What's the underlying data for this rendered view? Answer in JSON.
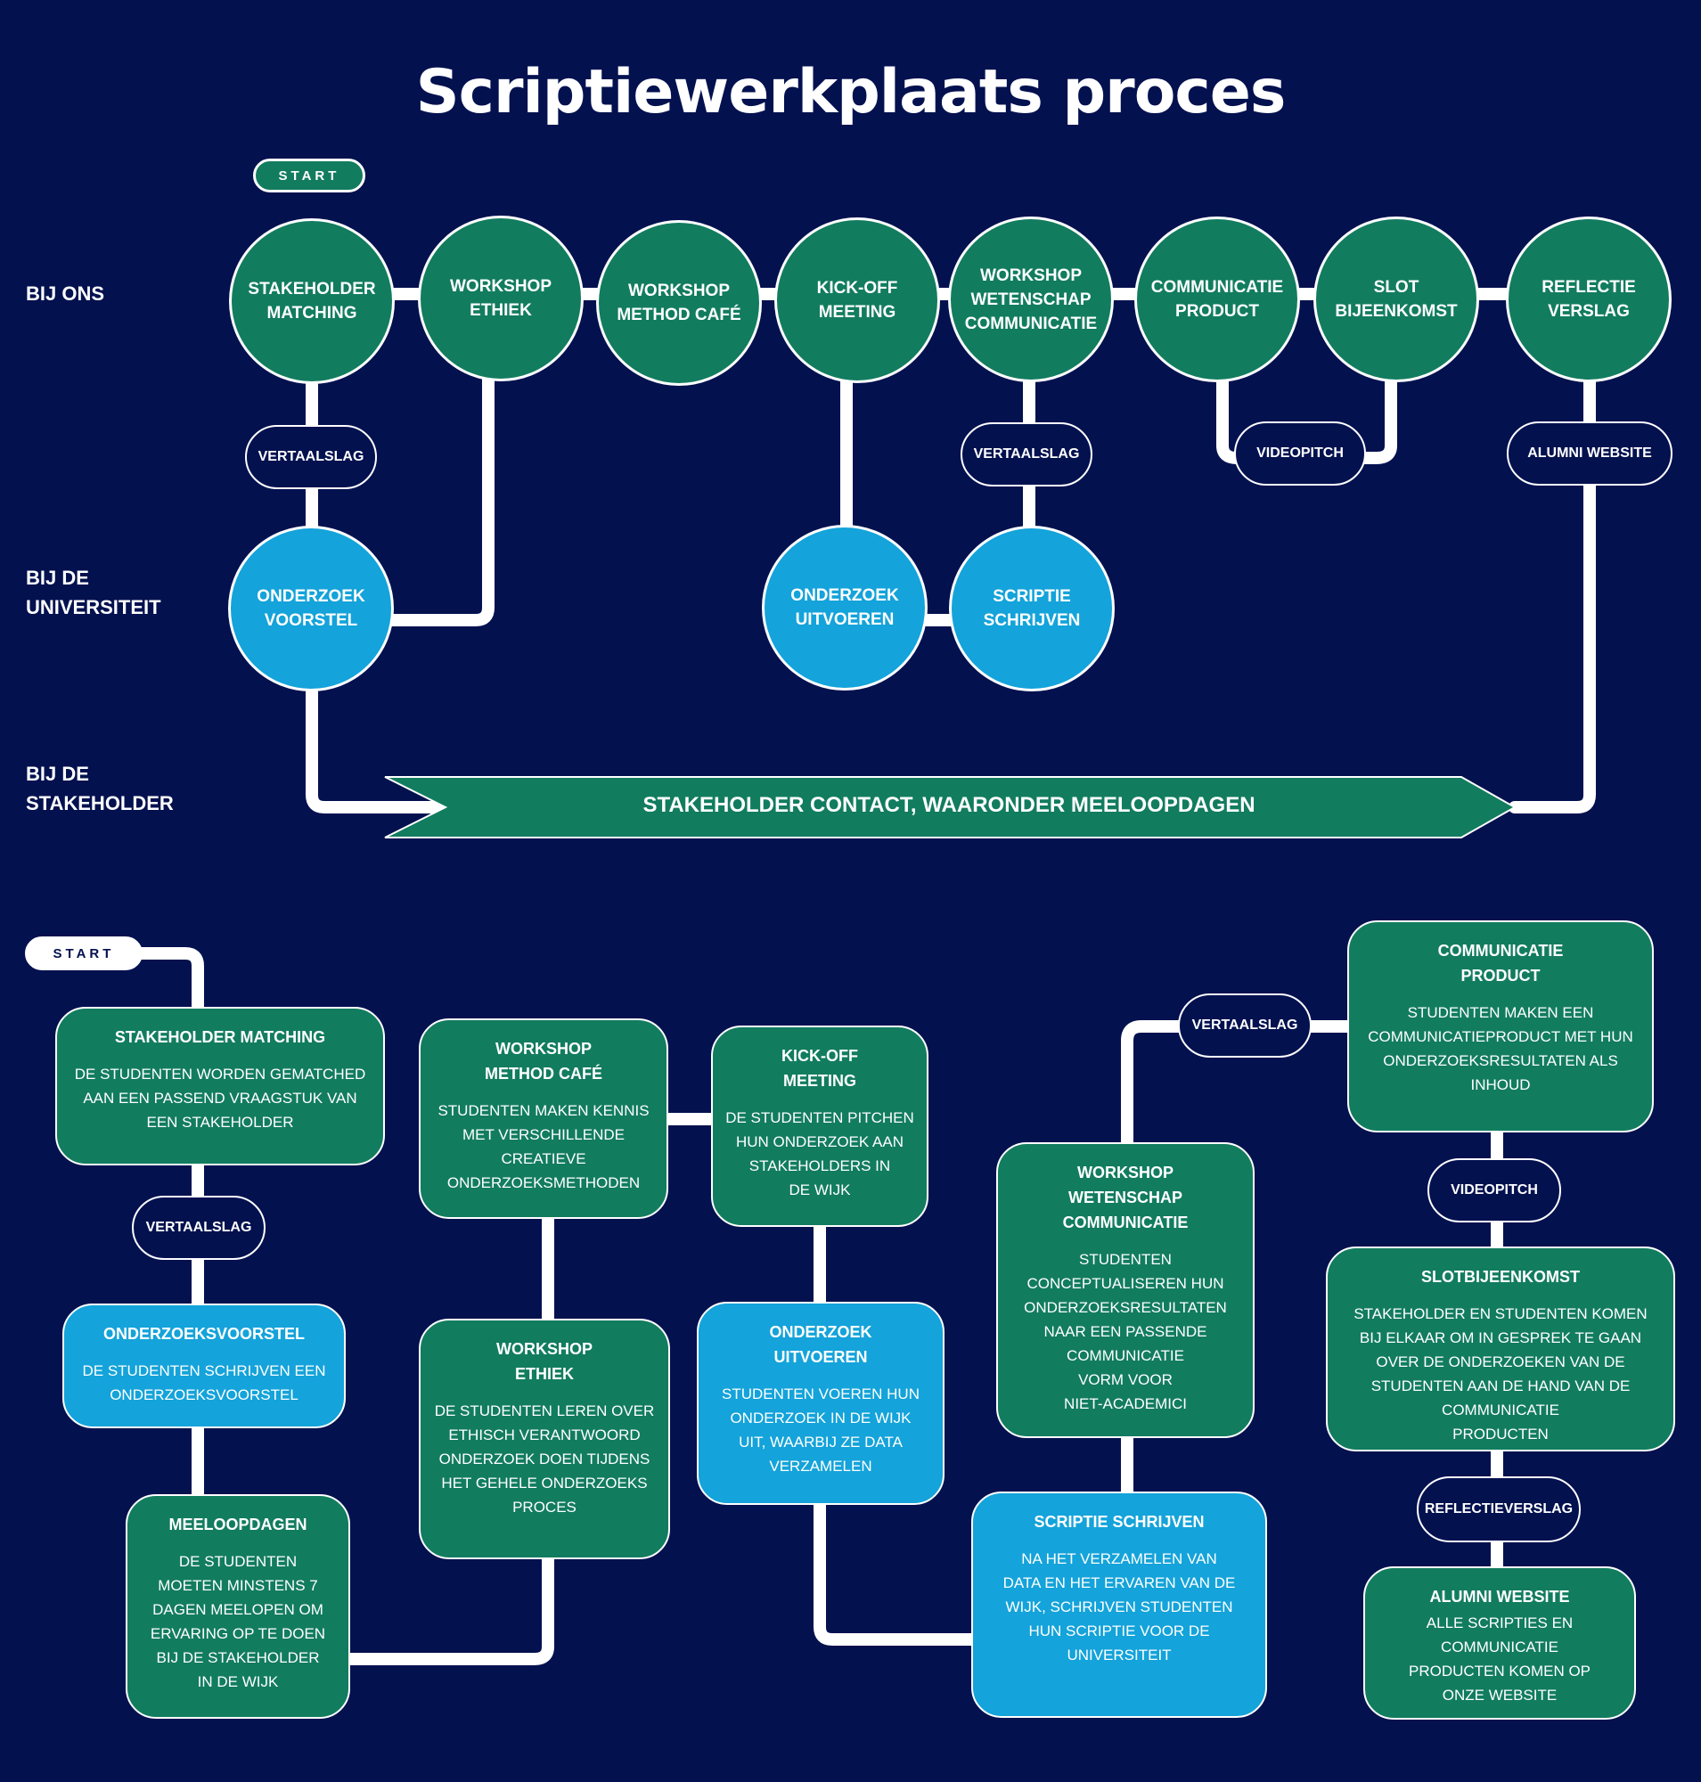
{
  "title": "Scriptiewerkplaats proces",
  "lanes": {
    "ons": "BIJ ONS",
    "universiteit": "BIJ DE UNIVERSITEIT",
    "stakeholder": "BIJ DE STAKEHOLDER"
  },
  "start_label": "START",
  "top": {
    "stakeholder_matching": "STAKEHOLDER MATCHING",
    "workshop_ethiek": "WORKSHOP ETHIEK",
    "workshop_method_cafe": "WORKSHOP METHOD CAFÉ",
    "kick_off_meeting": "KICK-OFF MEETING",
    "workshop_wetenschap": "WORKSHOP WETENSCHAP COMMUNICATIE",
    "communicatie_product": "COMMUNICATIE PRODUCT",
    "slot_bijeenkomst": "SLOT BIJEENKOMST",
    "reflectie_verslag": "REFLECTIE VERSLAG",
    "onderzoek_voorstel": "ONDERZOEK VOORSTEL",
    "onderzoek_uitvoeren": "ONDERZOEK UITVOEREN",
    "scriptie_schrijven": "SCRIPTIE SCHRIJVEN",
    "vertaalslag": "VERTAALSLAG",
    "videopitch": "VIDEOPITCH",
    "alumni_website": "ALUMNI WEBSITE",
    "stakeholder_contact": "STAKEHOLDER CONTACT, WAARONDER MEELOOPDAGEN"
  },
  "bottom": {
    "stakeholder_matching": {
      "title": "STAKEHOLDER MATCHING",
      "desc": "DE STUDENTEN WORDEN GEMATCHED\nAAN EEN PASSEND VRAAGSTUK VAN\nEEN STAKEHOLDER"
    },
    "onderzoeksvoorstel": {
      "title": "ONDERZOEKSVOORSTEL",
      "desc": "DE STUDENTEN SCHRIJVEN EEN\nONDERZOEKSVOORSTEL"
    },
    "meeloopdagen": {
      "title": "MEELOOPDAGEN",
      "desc": "DE STUDENTEN\nMOETEN MINSTENS 7\nDAGEN MEELOPEN OM\nERVARING OP TE DOEN\nBIJ DE STAKEHOLDER\nIN DE WIJK"
    },
    "method_cafe": {
      "title": "WORKSHOP\nMETHOD CAFÉ",
      "desc": "STUDENTEN MAKEN KENNIS\nMET VERSCHILLENDE\nCREATIEVE\nONDERZOEKSMETHODEN"
    },
    "ethiek": {
      "title": "WORKSHOP\nETHIEK",
      "desc": "DE STUDENTEN LEREN OVER\nETHISCH VERANTWOORD\nONDERZOEK DOEN  TIJDENS\nHET GEHELE ONDERZOEKS\nPROCES"
    },
    "kickoff": {
      "title": "KICK-OFF\nMEETING",
      "desc": "DE STUDENTEN PITCHEN\nHUN ONDERZOEK AAN\nSTAKEHOLDERS IN\nDE WIJK"
    },
    "uitvoeren": {
      "title": "ONDERZOEK\nUITVOEREN",
      "desc": "STUDENTEN VOEREN HUN\nONDERZOEK IN DE WIJK\nUIT, WAARBIJ ZE DATA\nVERZAMELEN"
    },
    "wetenschap": {
      "title": "WORKSHOP\nWETENSCHAP\nCOMMUNICATIE",
      "desc": "STUDENTEN\nCONCEPTUALISEREN HUN\nONDERZOEKSRESULTATEN\nNAAR EEN PASSENDE\nCOMMUNICATIE\nVORM VOOR\nNIET-ACADEMICI"
    },
    "scriptie": {
      "title": "SCRIPTIE SCHRIJVEN",
      "desc": "NA HET VERZAMELEN VAN\nDATA EN HET ERVAREN VAN DE\nWIJK, SCHRIJVEN STUDENTEN\nHUN SCRIPTIE VOOR DE\nUNIVERSITEIT"
    },
    "comm_product": {
      "title": "COMMUNICATIE\nPRODUCT",
      "desc": "STUDENTEN MAKEN EEN\nCOMMUNICATIEPRODUCT MET HUN\nONDERZOEKSRESULTATEN ALS\nINHOUD"
    },
    "slot": {
      "title": "SLOTBIJEENKOMST",
      "desc": "STAKEHOLDER EN STUDENTEN KOMEN\nBIJ ELKAAR OM IN GESPREK TE GAAN\nOVER DE ONDERZOEKEN VAN DE\nSTUDENTEN AAN DE HAND VAN DE\nCOMMUNICATIE\nPRODUCTEN"
    },
    "alumni": {
      "title": "ALUMNI WEBSITE",
      "desc": "ALLE SCRIPTIES EN\nCOMMUNICATIE\nPRODUCTEN KOMEN OP\nONZE WEBSITE"
    },
    "vertaalslag": "VERTAALSLAG",
    "videopitch": "VIDEOPITCH",
    "reflectieverslag": "REFLECTIEVERSLAG"
  },
  "colors": {
    "background": "#03114f",
    "green": "#127c5f",
    "blue": "#14a3da",
    "line": "#ffffff"
  }
}
